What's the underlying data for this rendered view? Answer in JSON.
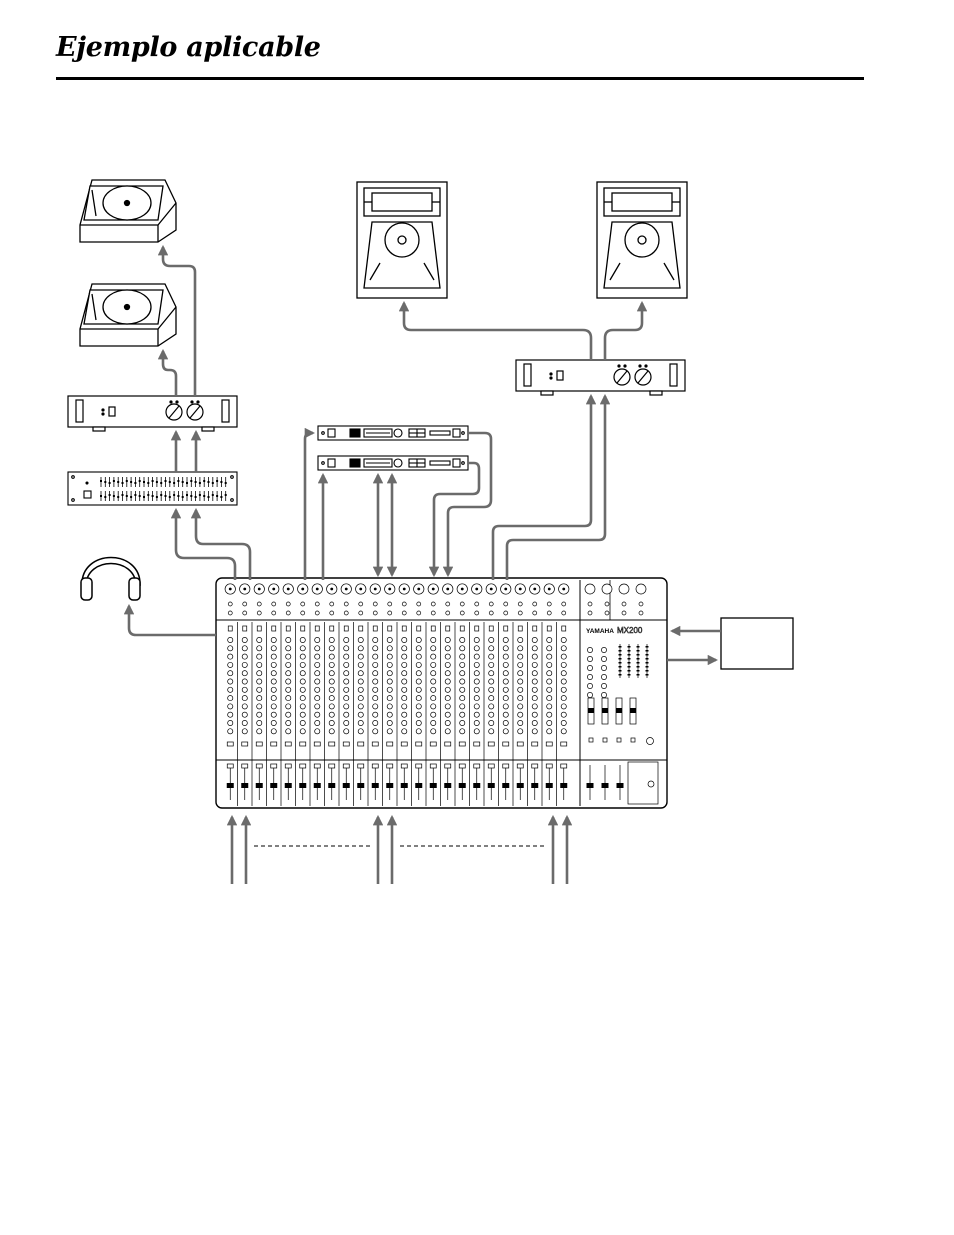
{
  "page": {
    "title": "Ejemplo aplicable"
  },
  "mixer": {
    "brand": "YAMAHA",
    "model": "MX200"
  },
  "colors": {
    "cable": "#6b6b6b",
    "line": "#000000",
    "background": "#ffffff"
  },
  "icons": [
    "stage-monitor-speaker-icon",
    "pa-speaker-icon",
    "power-amplifier-icon",
    "graphic-equalizer-icon",
    "effects-processor-icon",
    "headphones-icon",
    "mixer-console-icon",
    "external-device-icon"
  ]
}
